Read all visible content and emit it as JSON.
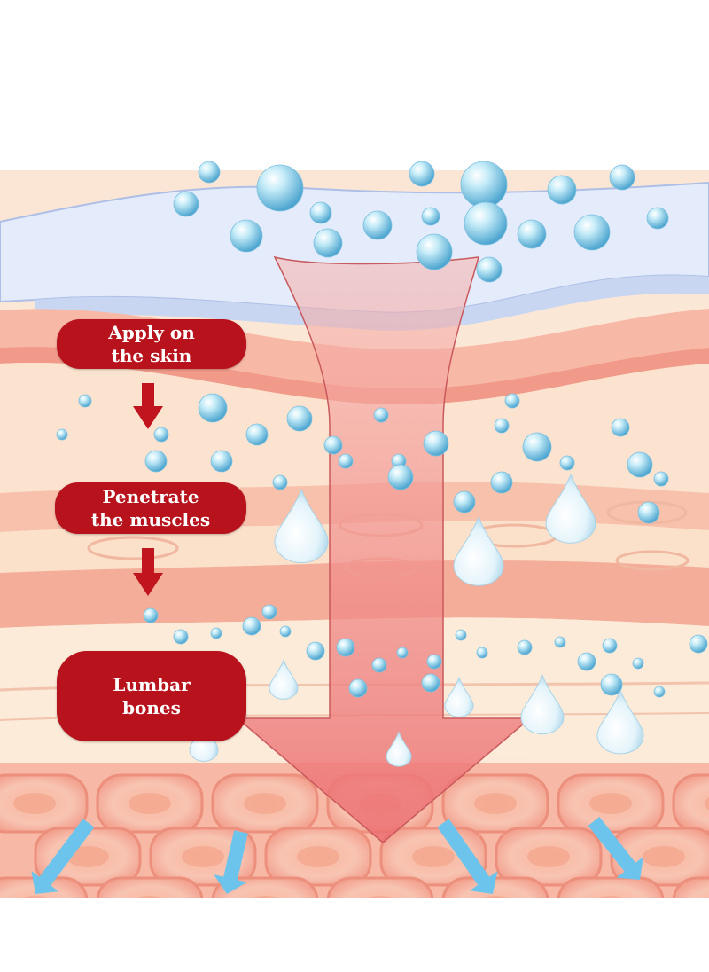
{
  "steps": [
    {
      "line1": "Apply on",
      "line2": "the skin"
    },
    {
      "line1": "Penetrate",
      "line2": "the muscles"
    },
    {
      "line1": "Lumbar",
      "line2": "bones"
    }
  ],
  "colors": {
    "step_pill": "#b8121c",
    "step_arrow": "#c0141e",
    "main_arrow": "#f08a88",
    "skin_layer": "#f6c6b2",
    "film_layer": "#dfe8f8",
    "droplet": "#8fd0ea",
    "cell_fill": "#f6a892",
    "blue_arrow": "#6cc4ec"
  },
  "icons": [
    "step-down-arrow-icon",
    "droplet-icon",
    "bubble-icon",
    "penetration-arrow-icon"
  ]
}
